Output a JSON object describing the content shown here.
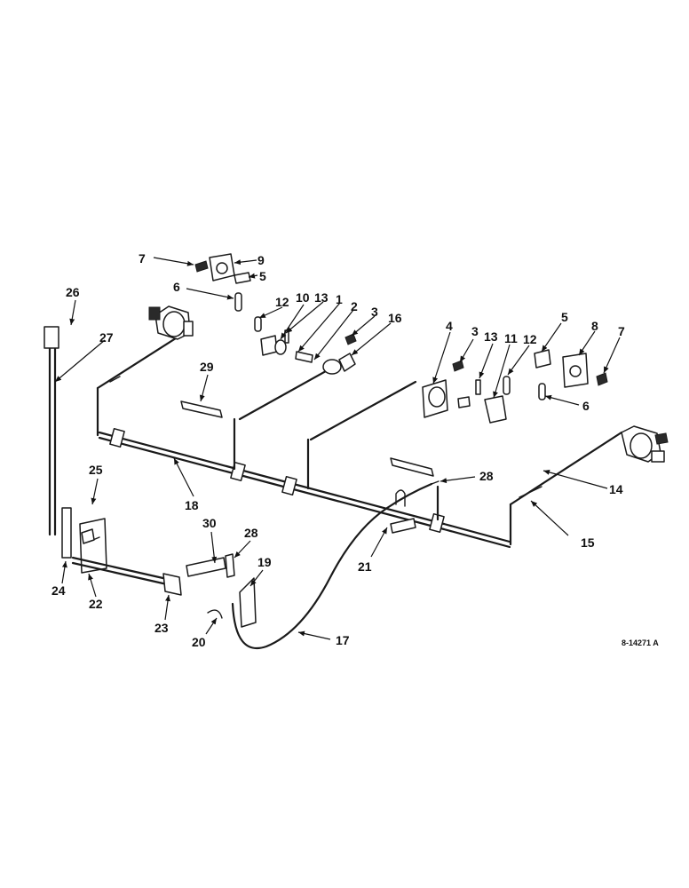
{
  "callouts": {
    "c1": "1",
    "c2": "2",
    "c3a": "3",
    "c3b": "3",
    "c4": "4",
    "c5a": "5",
    "c5b": "5",
    "c6a": "6",
    "c6b": "6",
    "c7a": "7",
    "c7b": "7",
    "c8": "8",
    "c9": "9",
    "c10": "10",
    "c11": "11",
    "c12a": "12",
    "c12b": "12",
    "c13a": "13",
    "c13b": "13",
    "c14": "14",
    "c15": "15",
    "c16": "16",
    "c17": "17",
    "c18": "18",
    "c19": "19",
    "c20": "20",
    "c21": "21",
    "c22": "22",
    "c23": "23",
    "c24": "24",
    "c25": "25",
    "c26": "26",
    "c27": "27",
    "c28a": "28",
    "c28b": "28",
    "c29": "29",
    "c30": "30"
  },
  "drawing_number": "8-14271 A"
}
